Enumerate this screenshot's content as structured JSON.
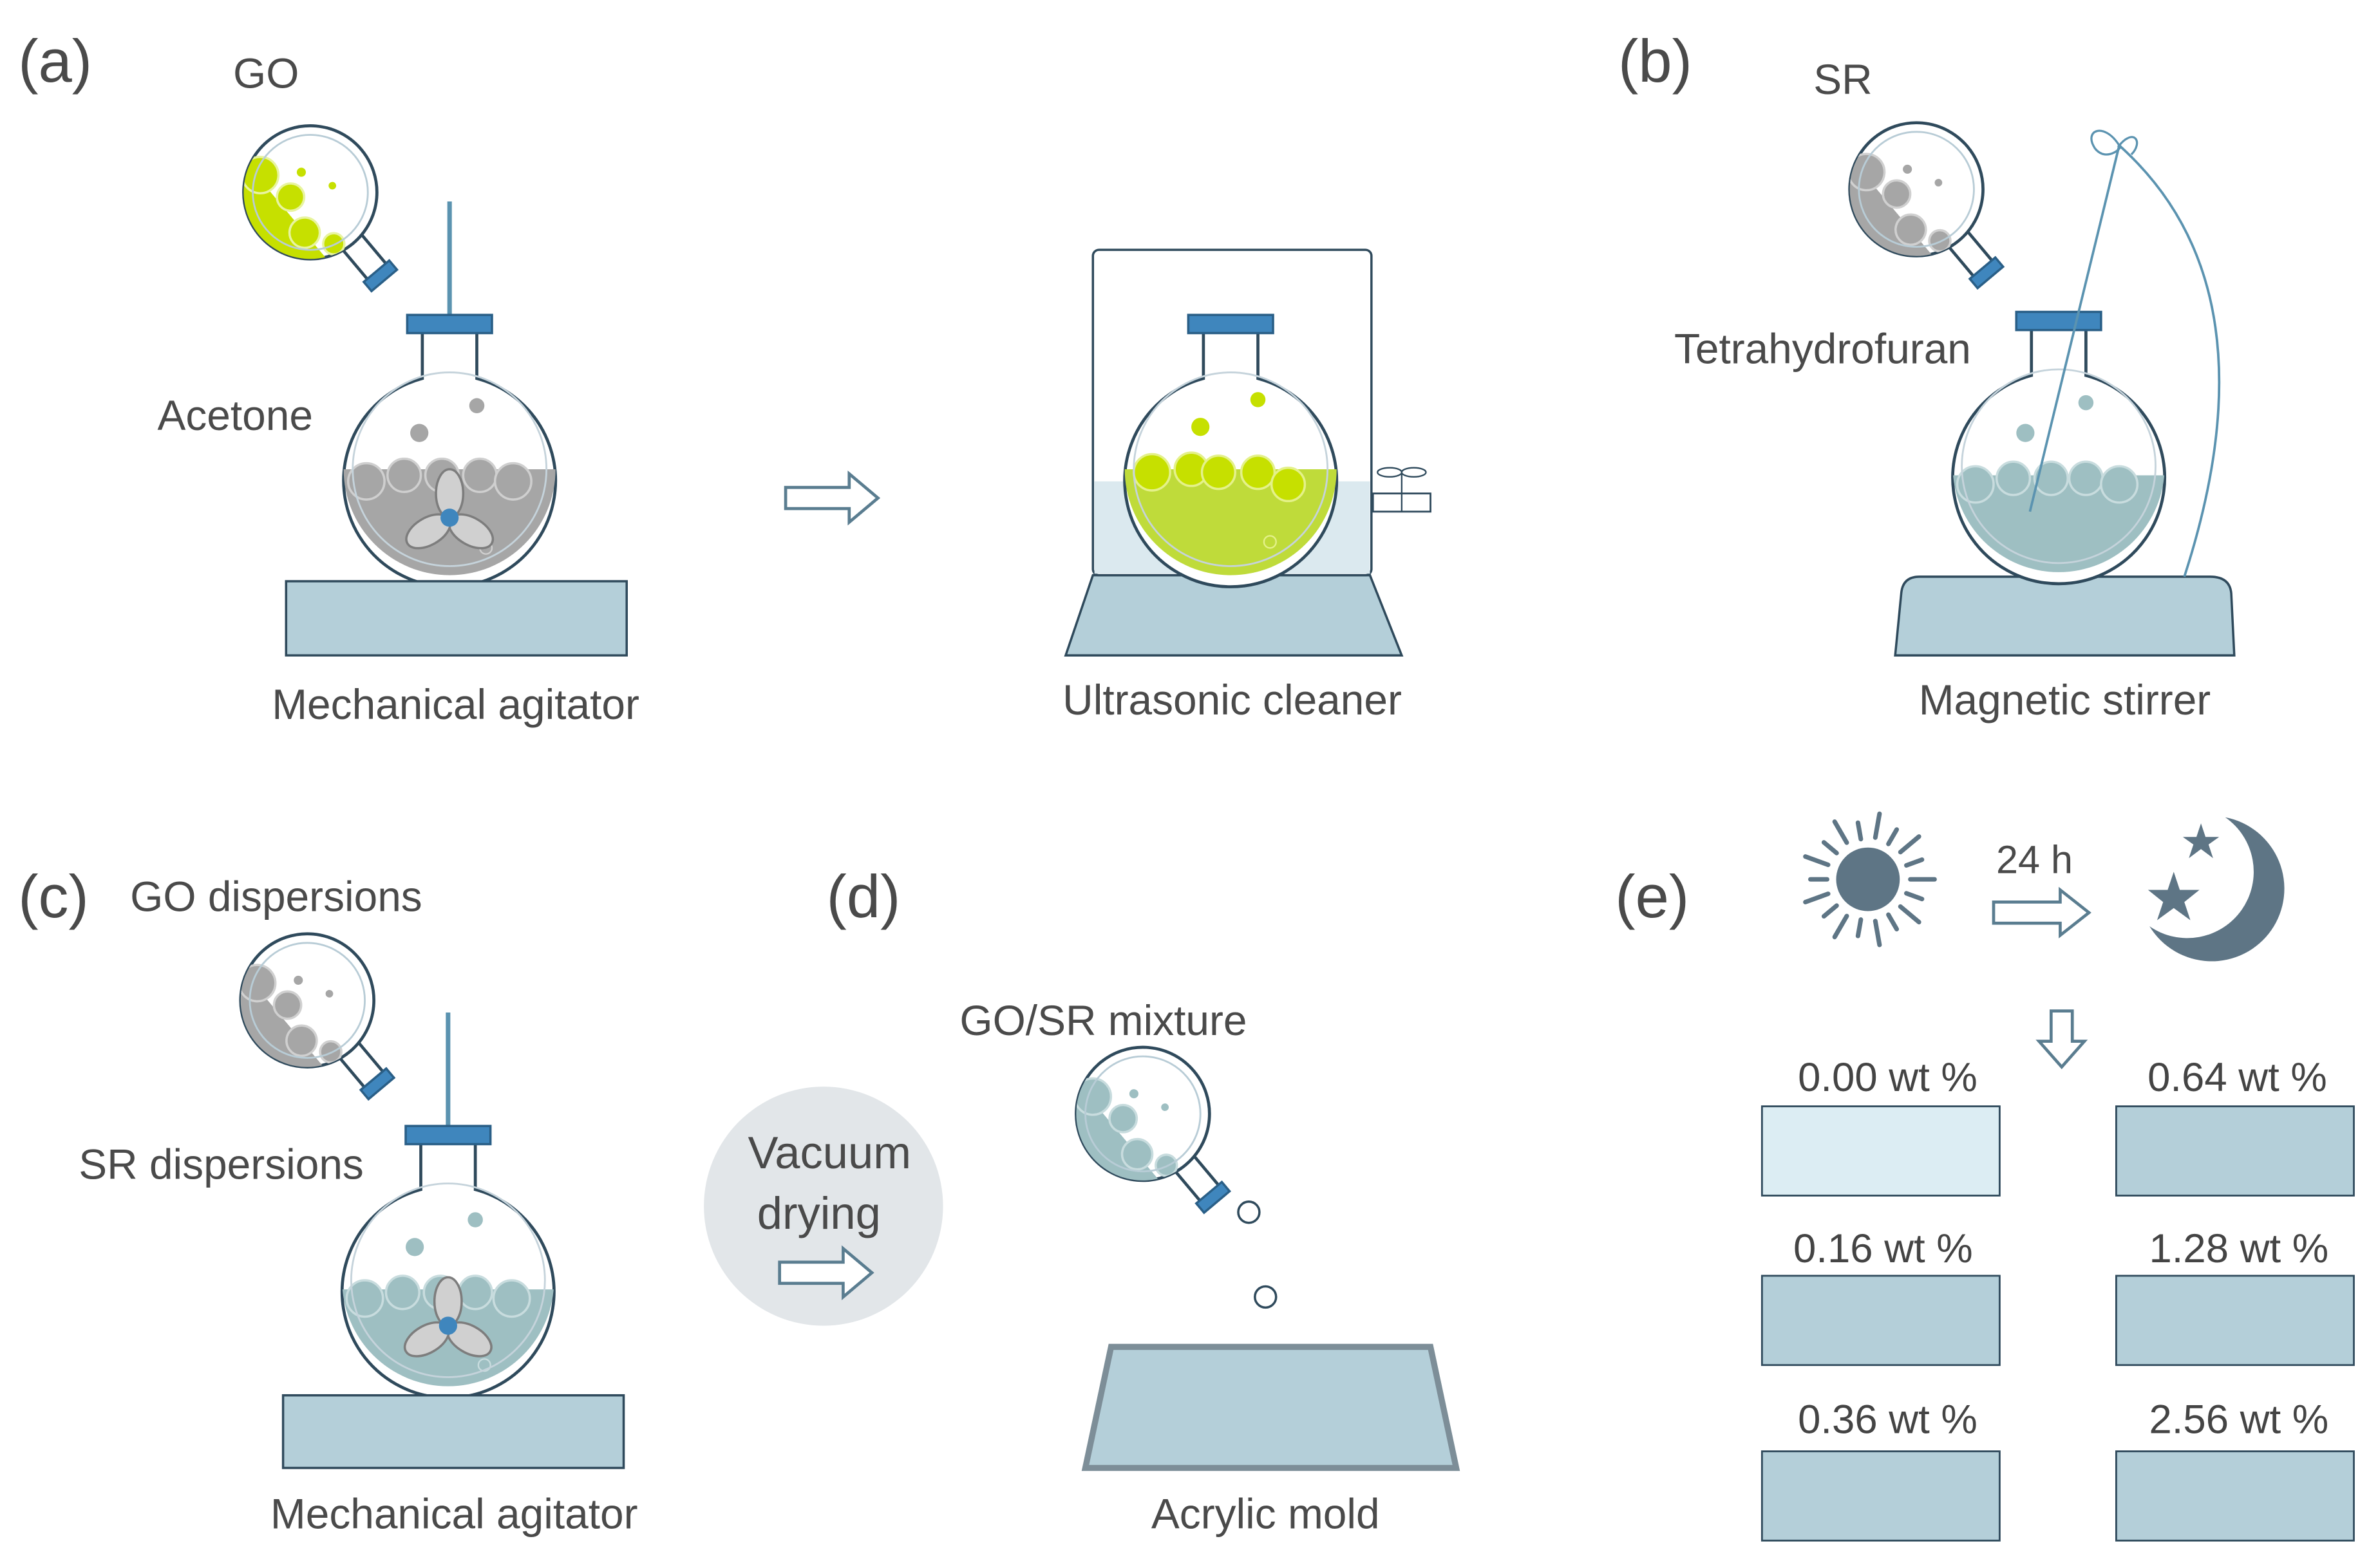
{
  "panels": {
    "a": {
      "panel_label": "(a)",
      "reagent": "GO",
      "solvent": "Acetone",
      "device": "Mechanical agitator",
      "device2": "Ultrasonic cleaner"
    },
    "b": {
      "panel_label": "(b)",
      "reagent": "SR",
      "solvent": "Tetrahydrofuran",
      "device": "Magnetic stirrer"
    },
    "c": {
      "panel_label": "(c)",
      "reagent": "GO dispersions",
      "solvent": "SR dispersions",
      "device": "Mechanical agitator"
    },
    "d": {
      "panel_label": "(d)",
      "step_line1": "Vacuum",
      "step_line2": "drying",
      "mixture": "GO/SR mixture",
      "device": "Acrylic mold"
    },
    "e": {
      "panel_label": "(e)",
      "duration": "24 h",
      "samples": [
        {
          "label": "0.00 wt %",
          "color": "#dcedf3"
        },
        {
          "label": "0.16 wt %",
          "color": "#b4cfd9"
        },
        {
          "label": "0.36 wt %",
          "color": "#b4cfd9"
        },
        {
          "label": "0.64 wt %",
          "color": "#b4cfd9"
        },
        {
          "label": "1.28 wt %",
          "color": "#b4cfd9"
        },
        {
          "label": "2.56 wt %",
          "color": "#b4cfd9"
        }
      ]
    }
  },
  "colors": {
    "go_green": "#c6e000",
    "solution_grey": "#a6a6a6",
    "solution_teal": "#9ebfc2",
    "cap_blue": "#3f86bd",
    "base_blue": "#b4cfd9",
    "outline": "#2f4a5c"
  },
  "icons": [
    "sun-icon",
    "moon-stars-icon",
    "flask-icon",
    "propeller-icon",
    "hollow-arrow-icon"
  ]
}
